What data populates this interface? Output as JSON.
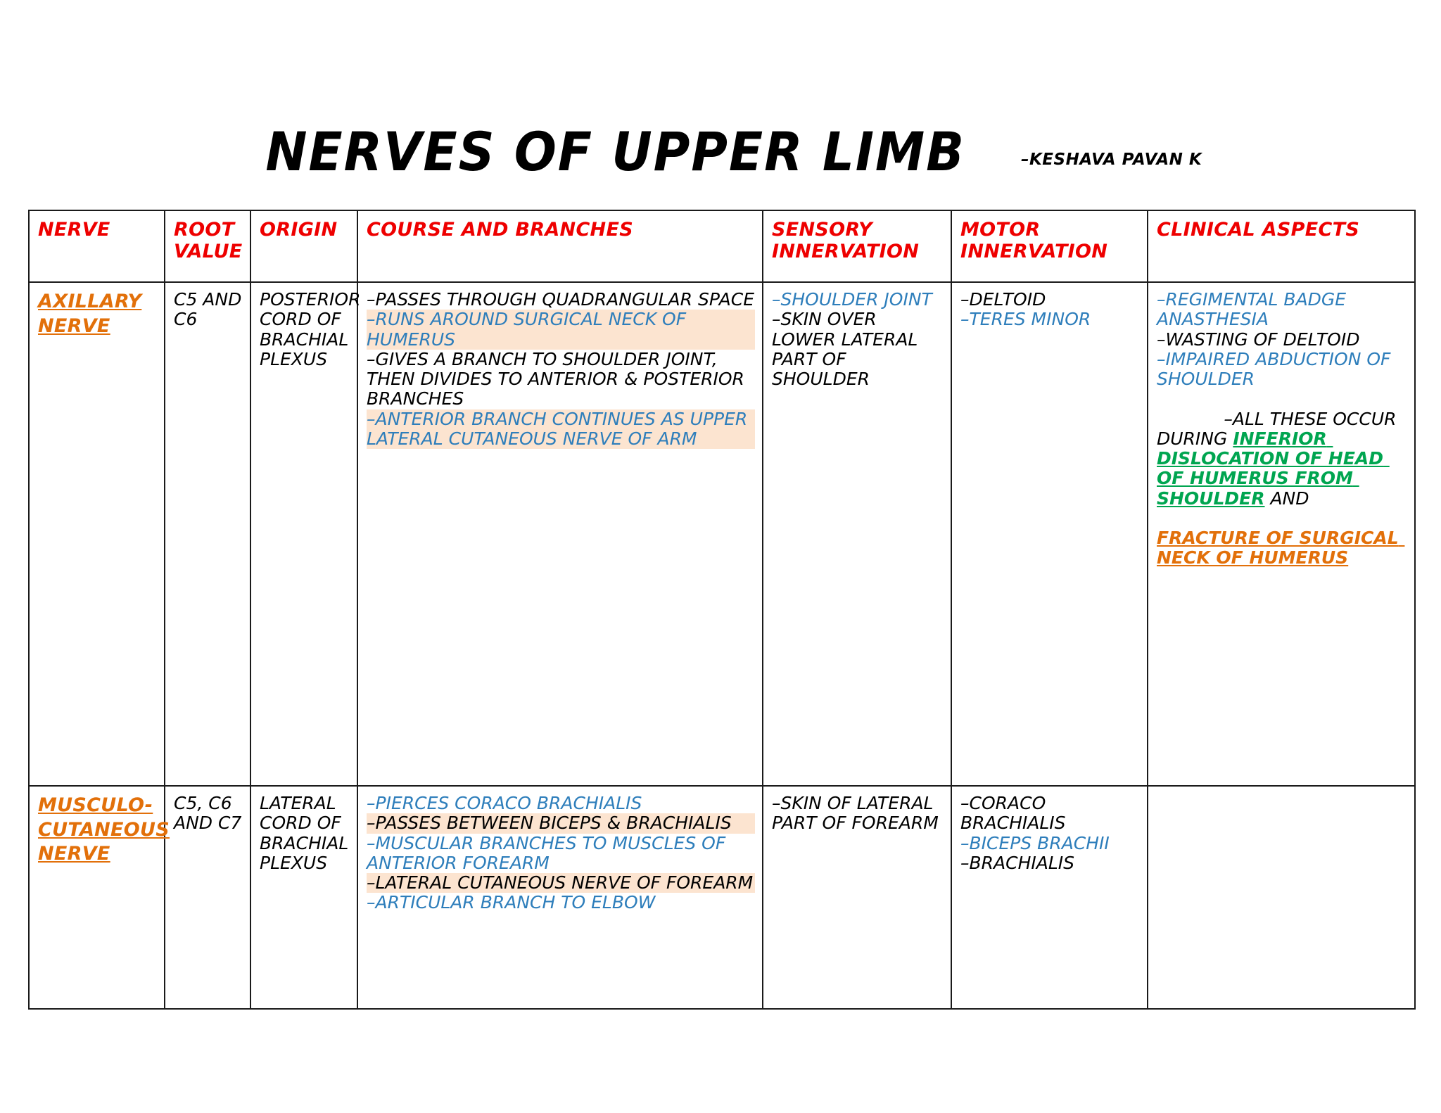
{
  "document": {
    "title": "NERVES OF UPPER LIMB",
    "author": "–KESHAVA PAVAN K"
  },
  "colors": {
    "header_red": "#ee0000",
    "nerve_orange": "#E2700A",
    "emphasis_blue": "#2E7EBB",
    "emphasis_green": "#00A550",
    "highlight_peach": "#FCE4D0",
    "body_black": "#000000"
  },
  "table": {
    "headers": [
      "NERVE",
      "ROOT VALUE",
      "ORIGIN",
      "COURSE AND BRANCHES",
      "SENSORY INNERVATION",
      "MOTOR INNERVATION",
      "CLINICAL ASPECTS"
    ],
    "rows": [
      {
        "nerve": "AXILLARY NERVE",
        "root_value": "C5 AND C6",
        "origin": "POSTERIOR CORD OF BRACHIAL PLEXUS",
        "course": [
          "–PASSES THROUGH QUADRANGULAR SPACE",
          "–RUNS AROUND SURGICAL NECK OF HUMERUS",
          "–GIVES A BRANCH TO SHOULDER JOINT, THEN DIVIDES TO ANTERIOR & POSTERIOR BRANCHES",
          "–ANTERIOR BRANCH CONTINUES AS UPPER LATERAL CUTANEOUS NERVE OF ARM"
        ],
        "sensory": [
          "–SHOULDER JOINT",
          "–SKIN OVER LOWER LATERAL PART OF SHOULDER"
        ],
        "motor": [
          "–DELTOID",
          "–TERES MINOR"
        ],
        "clinical": [
          "–REGIMENTAL BADGE ANASTHESIA",
          "–WASTING OF DELTOID",
          "–IMPAIRED ABDUCTION OF SHOULDER",
          "–ALL THESE OCCUR DURING ",
          "INFERIOR DISLOCATION OF HEAD OF HUMERUS FROM SHOULDER",
          " AND ",
          "FRACTURE OF SURGICAL NECK OF HUMERUS"
        ]
      },
      {
        "nerve": "MUSCULO-CUTANEOUS NERVE",
        "root_value": "C5, C6 AND C7",
        "origin": "LATERAL CORD OF BRACHIAL PLEXUS",
        "course": [
          "–PIERCES CORACO BRACHIALIS",
          "–PASSES BETWEEN BICEPS & BRACHIALIS",
          "–MUSCULAR BRANCHES TO MUSCLES OF ANTERIOR FOREARM",
          "–LATERAL CUTANEOUS NERVE OF FOREARM",
          "–ARTICULAR BRANCH TO ELBOW"
        ],
        "sensory": [
          "–SKIN OF LATERAL PART OF FOREARM"
        ],
        "motor": [
          "–CORACO BRACHIALIS",
          "–BICEPS BRACHII",
          "–BRACHIALIS"
        ],
        "clinical": []
      }
    ]
  }
}
